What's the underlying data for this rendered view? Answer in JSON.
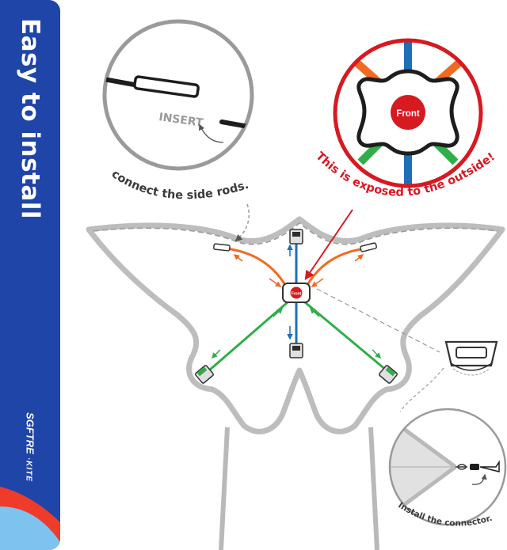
{
  "sidebar": {
    "title": "Easy to install",
    "brand_name": "SGFTRE",
    "brand_suffix": "·KITE"
  },
  "callouts": {
    "insert_label": "INSERT",
    "side_rods_caption": "connect the side rods.",
    "front_label": "Front",
    "exposed_caption": "This is exposed to the outside!",
    "connector_caption": "Install the connector."
  },
  "colors": {
    "sidebar_blue": "#1f45a8",
    "accent_red": "#d71920",
    "rod_orange": "#f26a22",
    "rod_green": "#2fae49",
    "rod_blue": "#1f6fb8",
    "kite_outline": "#b9b9b9"
  }
}
